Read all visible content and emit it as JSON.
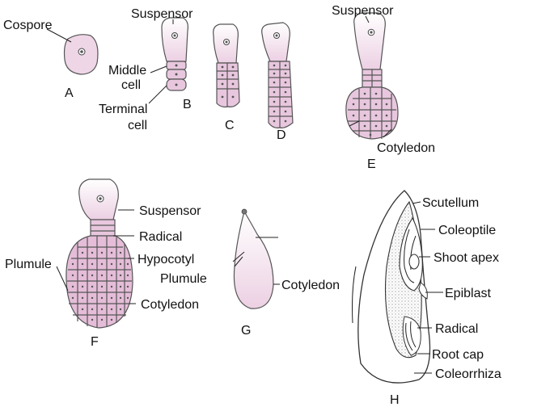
{
  "colors": {
    "cell_fill": "#e8c7de",
    "cell_fill_light": "#f6e8f1",
    "stroke": "#555555",
    "stipple": "#bdbdbd"
  },
  "labels": {
    "cospore": "Cospore",
    "suspensor_b": "Suspensor",
    "middle_cell_1": "Middle",
    "middle_cell_2": "cell",
    "terminal_cell_1": "Terminal",
    "terminal_cell_2": "cell",
    "suspensor_e": "Suspensor",
    "cotyledon_e": "Cotyledon",
    "suspensor_f": "Suspensor",
    "radical_f": "Radical",
    "hypocotyl_f": "Hypocotyl",
    "plumule_f": "Plumule",
    "plumule_g": "Plumule",
    "cotyledon_f": "Cotyledon",
    "cotyledon_g": "Cotyledon",
    "scutellum": "Scutellum",
    "coleoptile": "Coleoptile",
    "shoot_apex": "Shoot apex",
    "epiblast": "Epiblast",
    "radical_h": "Radical",
    "root_cap": "Root cap",
    "coleorrhiza": "Coleorrhiza"
  },
  "panels": {
    "a": "A",
    "b": "B",
    "c": "C",
    "d": "D",
    "e": "E",
    "f": "F",
    "g": "G",
    "h": "H"
  }
}
